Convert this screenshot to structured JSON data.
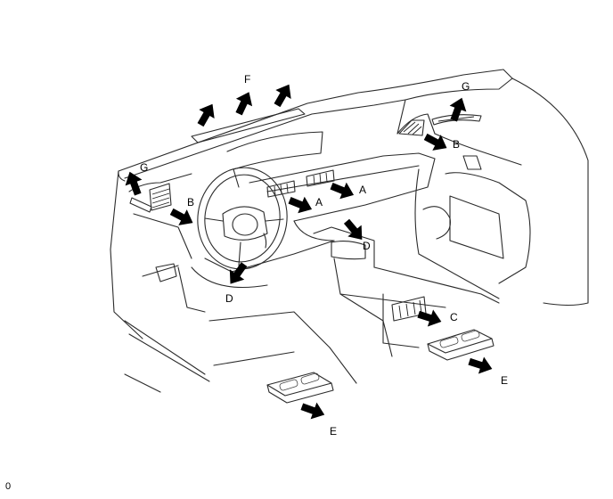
{
  "labels": {
    "A": "A",
    "B": "B",
    "C": "C",
    "D": "D",
    "E": "E",
    "F": "F",
    "G": "G"
  },
  "page_code": "0"
}
